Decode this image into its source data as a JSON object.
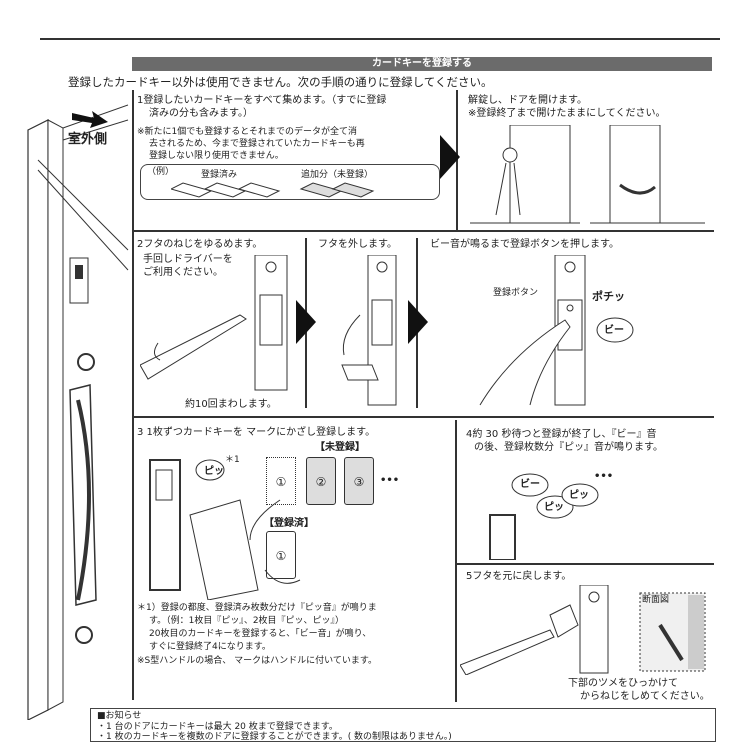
{
  "title": "カードキーを登録する",
  "intro": "登録したカードキー以外は使用できません。次の手順の通りに登録してください。",
  "outside_label": "室外側",
  "step1": {
    "line1": "1登録したいカードキーをすべて集めます。（すでに登録",
    "line2": "済みの分も含みます。）",
    "note1": "※新たに1個でも登録するとそれまでのデータが全て消",
    "note2": "去されるため、今まで登録されていたカードキーも再",
    "note3": "登録しない限り使用できません。",
    "example": "（例）",
    "registered": "登録済み",
    "added": "追加分（未登録）"
  },
  "step1b": {
    "line1": "解錠し、ドアを開けます。",
    "line2": "※登録終了まで開けたままにしてください。"
  },
  "step2": {
    "a": "2フタのねじをゆるめます。",
    "driver1": "手回しドライバーを",
    "driver2": "ご利用ください。",
    "turns": "約10回まわします。",
    "b": "フタを外します。",
    "c": "ビー音が鳴るまで登録ボタンを押します。",
    "button_label": "登録ボタン",
    "click": "ポチッ",
    "beep": "ビー"
  },
  "step3": {
    "line": "3 1枚ずつカードキーを  マークにかざし登録します。",
    "pi": "ピッ",
    "asterisk": "＊1",
    "unregistered": "【未登録】",
    "registered": "【登録済】",
    "cards": [
      "①",
      "②",
      "③"
    ],
    "dots": "•••",
    "reg_card": "①",
    "fn1": "＊1）登録の都度、登録済み枚数分だけ『ピッ音』が鳴りま",
    "fn2": "す。（例：1枚目『ピッ』、2枚目『ピッ、ピッ』）",
    "fn3": "20枚目のカードキーを登録すると、「ビー音」が鳴り、",
    "fn4": "すぐに登録終了4になります。",
    "fn5": "※S型ハンドルの場合、  マークはハンドルに付いています。"
  },
  "step4": {
    "line1": "4約 30 秒待つと登録が終了し、『ビー』音",
    "line2": "の後、登録枚数分『ピッ』音が鳴ります。",
    "beep": "ビー",
    "pi1": "ピッ",
    "pi2": "ピッ",
    "dots": "•••"
  },
  "step5": {
    "line": "5フタを元に戻します。",
    "section": "断面図",
    "note1": "下部のツメをひっかけて",
    "note2": "からねじをしめてください。"
  },
  "notice": {
    "head": "■お知らせ",
    "item1": "・1 台のドアにカードキーは最大 20 枚まで登録できます。",
    "item2": "・1 枚のカードキーを複数のドアに登録することができます。( 数の制限はありません。)"
  }
}
